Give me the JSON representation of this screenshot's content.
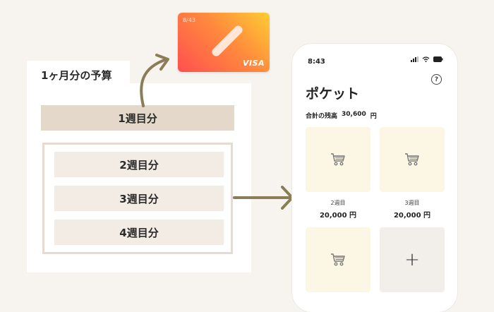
{
  "budget": {
    "title": "1ヶ月分の予算",
    "weeks": [
      "1週目分",
      "2週目分",
      "3週目分",
      "4週目分"
    ]
  },
  "card": {
    "number": "8/43",
    "brand": "VISA"
  },
  "phone": {
    "status_time": "8:43",
    "page_title": "ポケット",
    "total_label": "合計の残高",
    "total_value": "30,600",
    "total_unit": "円",
    "pockets": [
      {
        "label": "2週目",
        "amount": "20,000 円",
        "icon": "cart-icon"
      },
      {
        "label": "3週目",
        "amount": "20,000 円",
        "icon": "cart-icon"
      },
      {
        "label": "",
        "amount": "",
        "icon": "cart-icon"
      }
    ],
    "add_symbol": "+"
  },
  "colors": {
    "background": "#f7f4f0",
    "week1": "#e3d8c9",
    "week_sub": "#f2ece4",
    "frame": "#e5dccf",
    "arrow": "#8a7d57",
    "pocket_bg": "#fcf6e4"
  }
}
